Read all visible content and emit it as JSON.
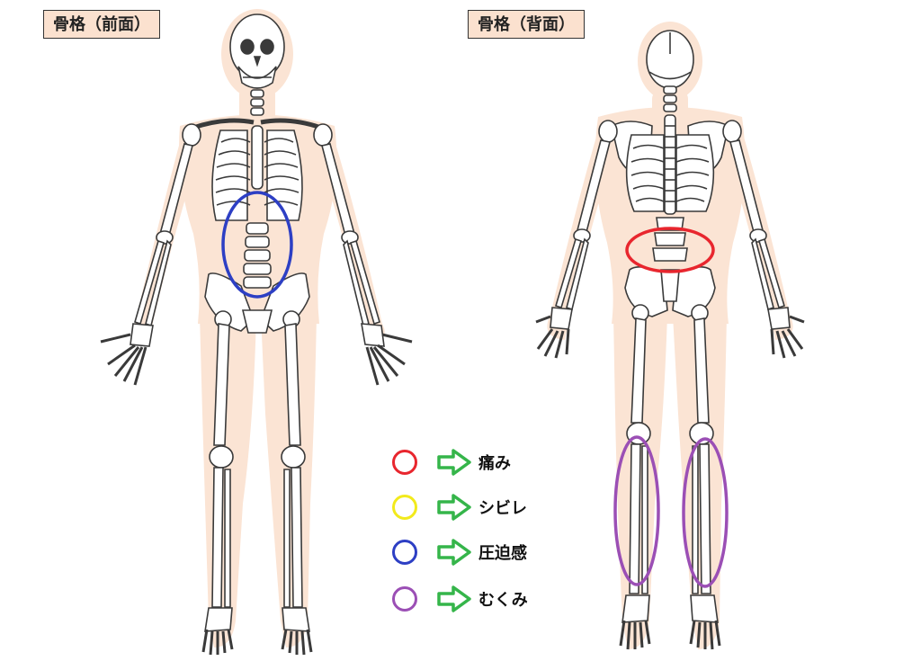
{
  "titles": {
    "front": "骨格（前面）",
    "back": "骨格（背面）"
  },
  "colors": {
    "body_fill": "#fbe4d4",
    "bone_fill": "#ffffff",
    "bone_stroke": "#3a3a3a",
    "title_bg": "#fbe1cf",
    "arrow": "#35b54a"
  },
  "legend": [
    {
      "label": "痛み",
      "color": "#e8262e"
    },
    {
      "label": "シビレ",
      "color": "#f2ea1c"
    },
    {
      "label": "圧迫感",
      "color": "#2d3fc4"
    },
    {
      "label": "むくみ",
      "color": "#9b4fb5"
    }
  ],
  "markers": {
    "front_lumbar": {
      "color": "#2d3fc4"
    },
    "back_lumbar": {
      "color": "#e8262e"
    },
    "back_left_calf": {
      "color": "#9b4fb5"
    },
    "back_right_calf": {
      "color": "#9b4fb5"
    }
  }
}
